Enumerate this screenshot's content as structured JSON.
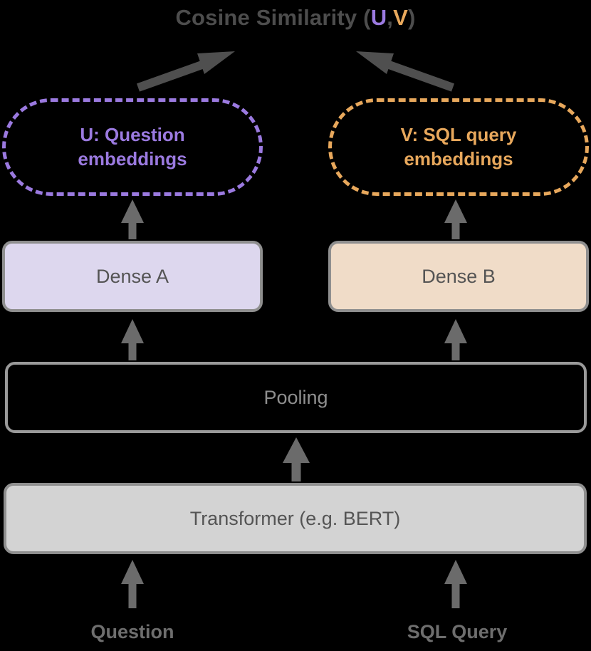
{
  "title": {
    "prefix": "Cosine Similarity (",
    "u": "U",
    "separator": ", ",
    "v": "V",
    "suffix": ")",
    "full": "Cosine Similarity (U, V)"
  },
  "colors": {
    "background": "#000000",
    "u_purple": "#9b7ae0",
    "v_orange": "#e8a85c",
    "gray_text": "#545454",
    "gray_border": "#8f8f8f",
    "arrow_gray": "#6b6b6b",
    "dense_a_fill": "#ddd7ee",
    "dense_b_fill": "#f0dcc8",
    "transformer_fill": "#d3d3d3",
    "pooling_border": "#9a9a9a",
    "title_gray": "#4d4d4d",
    "label_gray": "#6e6e6e"
  },
  "nodes": {
    "embeddings_u": "U: Question embeddings",
    "embeddings_v": "V: SQL query embeddings",
    "dense_a": "Dense A",
    "dense_b": "Dense B",
    "pooling": "Pooling",
    "transformer": "Transformer (e.g. BERT)"
  },
  "inputs": {
    "left": "Question",
    "right": "SQL Query"
  },
  "edges": [
    {
      "from": "Question",
      "to": "Transformer (e.g. BERT)",
      "style": "arrow-up"
    },
    {
      "from": "SQL Query",
      "to": "Transformer (e.g. BERT)",
      "style": "arrow-up"
    },
    {
      "from": "Transformer (e.g. BERT)",
      "to": "Pooling",
      "style": "arrow-up"
    },
    {
      "from": "Pooling",
      "to": "Dense A",
      "style": "arrow-up"
    },
    {
      "from": "Pooling",
      "to": "Dense B",
      "style": "arrow-up"
    },
    {
      "from": "Dense A",
      "to": "U: Question embeddings",
      "style": "arrow-up"
    },
    {
      "from": "Dense B",
      "to": "V: SQL query embeddings",
      "style": "arrow-up"
    },
    {
      "from": "U: Question embeddings",
      "to": "Cosine Similarity (U, V)",
      "style": "arrow-diagonal-up-right"
    },
    {
      "from": "V: SQL query embeddings",
      "to": "Cosine Similarity (U, V)",
      "style": "arrow-diagonal-up-left"
    }
  ]
}
